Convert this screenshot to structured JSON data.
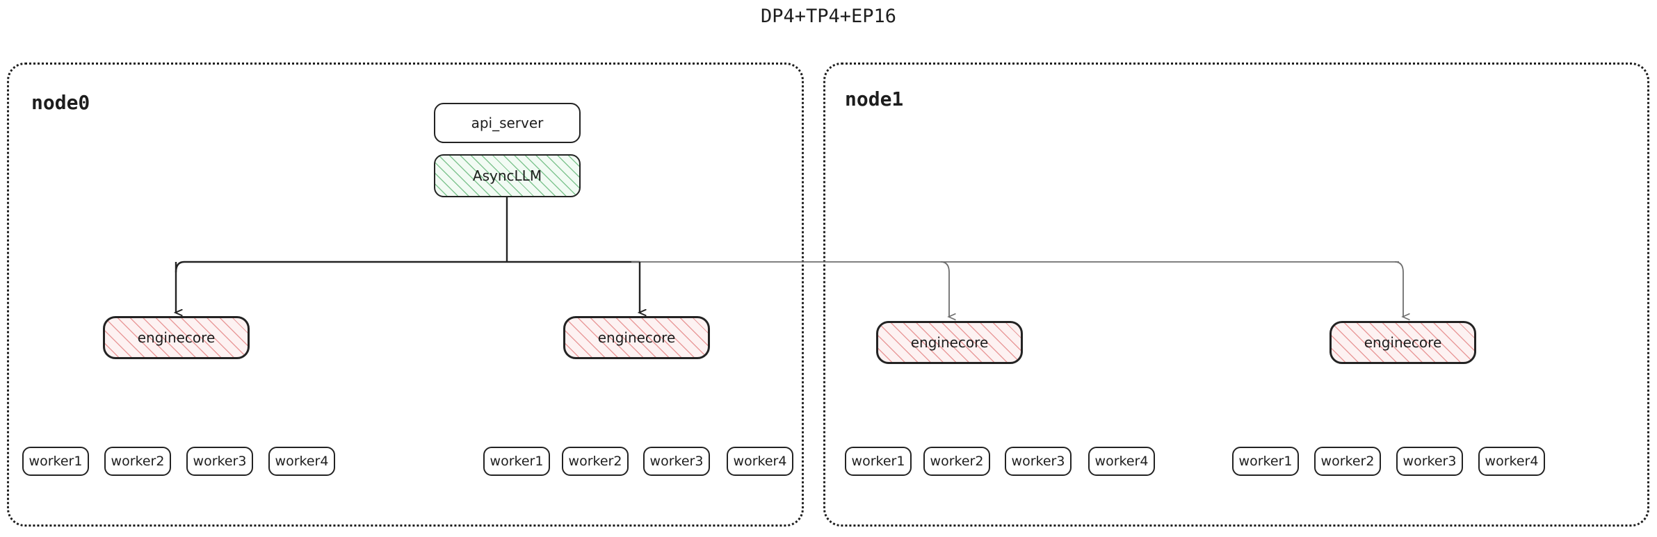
{
  "title": "DP4+TP4+EP16",
  "colors": {
    "ink": "#1d1d1d",
    "box_border": "#232323",
    "asyncllm_hatch": "#5bb370",
    "asyncllm_fill": "#f2fbf4",
    "enginecore_hatch": "#e27e7e",
    "enginecore_fill": "#fdf2f2",
    "panel_border": "#1d1d1d",
    "edge_dark": "#232323",
    "edge_light": "#6e6e6e"
  },
  "nodes": [
    {
      "label": "node0",
      "frontend": {
        "api_server": "api_server",
        "async_llm": "AsyncLLM"
      },
      "engines": [
        {
          "label": "enginecore",
          "workers": [
            "worker1",
            "worker2",
            "worker3",
            "worker4"
          ]
        },
        {
          "label": "enginecore",
          "workers": [
            "worker1",
            "worker2",
            "worker3",
            "worker4"
          ]
        }
      ]
    },
    {
      "label": "node1",
      "engines": [
        {
          "label": "enginecore",
          "workers": [
            "worker1",
            "worker2",
            "worker3",
            "worker4"
          ]
        },
        {
          "label": "enginecore",
          "workers": [
            "worker1",
            "worker2",
            "worker3",
            "worker4"
          ]
        }
      ]
    }
  ]
}
